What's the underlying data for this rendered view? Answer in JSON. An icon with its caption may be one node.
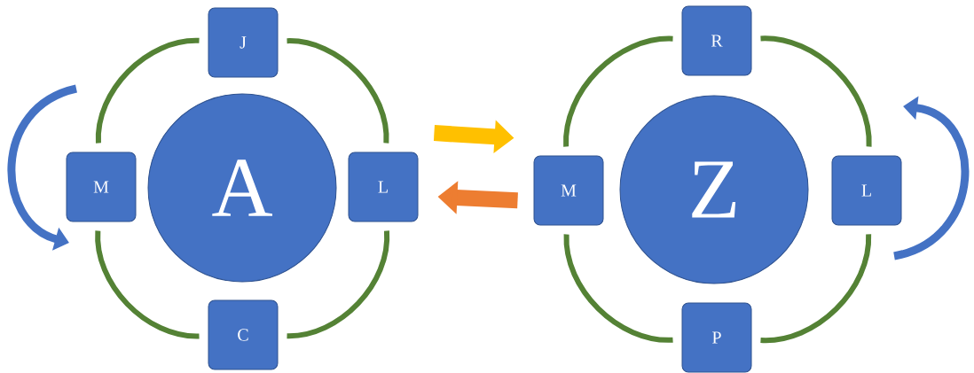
{
  "diagram": {
    "nodes": [
      {
        "text": [
          "A"
        ]
      },
      {
        "text": [
          "J"
        ]
      },
      {
        "text": [
          "M"
        ]
      },
      {
        "text": [
          "L"
        ]
      },
      {
        "text": [
          "C"
        ]
      },
      {
        "text": [
          "Z"
        ]
      },
      {
        "text": [
          "R"
        ]
      },
      {
        "text": [
          "M"
        ]
      },
      {
        "text": [
          "L"
        ]
      },
      {
        "text": [
          "P"
        ]
      }
    ],
    "edges": [
      {
        "from": 1,
        "to": 3,
        "arrow": "none"
      },
      {
        "from": 3,
        "to": 4,
        "arrow": "none"
      },
      {
        "from": 4,
        "to": 2,
        "arrow": "none"
      },
      {
        "from": 2,
        "to": 1,
        "arrow": "none"
      },
      {
        "from": 6,
        "to": 8,
        "arrow": "none"
      },
      {
        "from": 8,
        "to": 9,
        "arrow": "none"
      },
      {
        "from": 9,
        "to": 7,
        "arrow": "none"
      },
      {
        "from": 7,
        "to": 6,
        "arrow": "none"
      },
      {
        "from": 3,
        "to": 7,
        "arrow": "to",
        "style": "thick",
        "color": "#ffc000"
      },
      {
        "from": 7,
        "to": 3,
        "arrow": "to",
        "style": "thick",
        "color": "#ed7d31"
      }
    ]
  }
}
